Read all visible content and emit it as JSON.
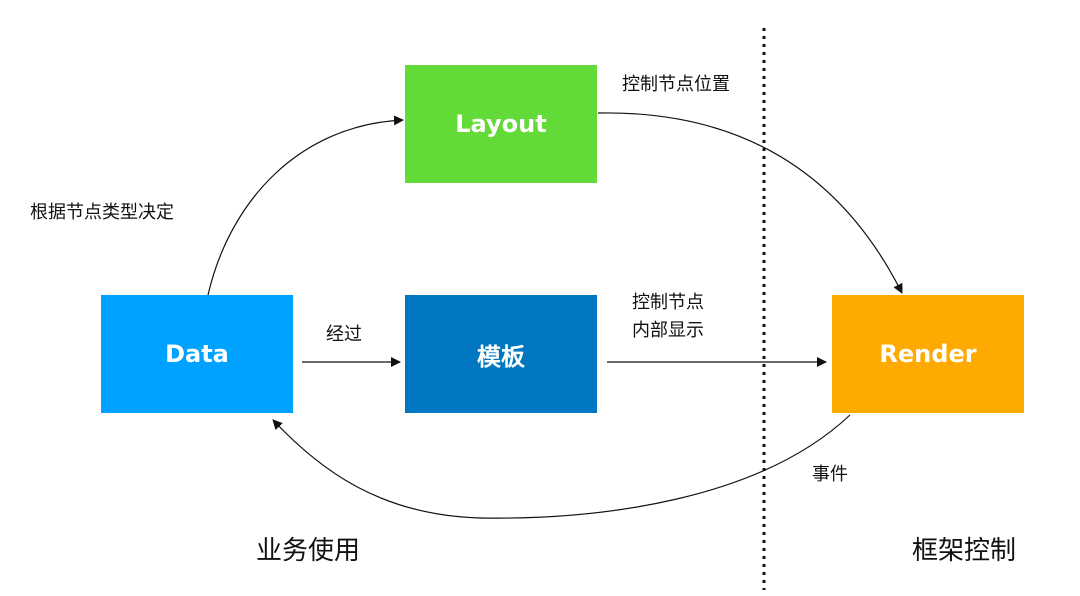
{
  "colors": {
    "layout": "#62DA38",
    "data": "#00A2FF",
    "template": "#0077C0",
    "render": "#FFAA00",
    "line": "#111111"
  },
  "nodes": {
    "layout": "Layout",
    "data": "Data",
    "template": "模板",
    "render": "Render"
  },
  "edges": {
    "data_to_layout": "根据节点类型决定",
    "layout_to_render": "控制节点位置",
    "data_to_template": "经过",
    "template_to_render_line1": "控制节点",
    "template_to_render_line2": "内部显示",
    "render_to_data": "事件"
  },
  "regions": {
    "left": "业务使用",
    "right": "框架控制"
  }
}
